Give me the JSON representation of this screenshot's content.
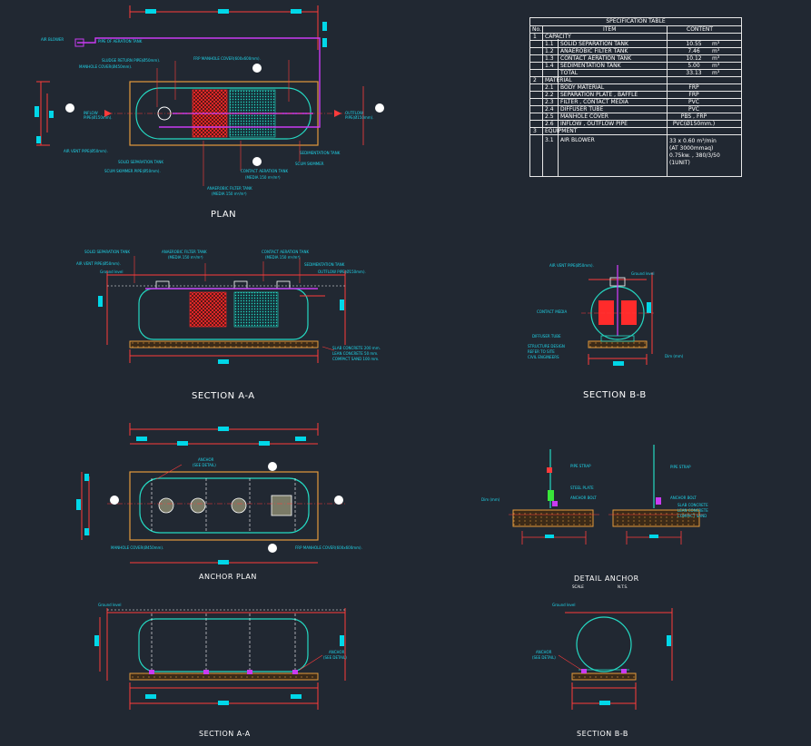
{
  "views": {
    "plan": "PLAN",
    "section_aa": "SECTION A-A",
    "section_bb": "SECTION B-B",
    "anchor_plan": "ANCHOR PLAN",
    "detail_anchor": "DETAIL ANCHOR",
    "detail_scale_left": "SCALE",
    "detail_scale_right": "N.T.S.",
    "section_aa2": "SECTION A-A",
    "section_bb2": "SECTION B-B"
  },
  "plan_labels": {
    "air_blower": "AIR BLOWER",
    "pipe_aeration": "PIPE OF AERATION TANK",
    "sludge_return": "SLUDGE RETURN PIPE(Ø50mm).",
    "manhole_cover_small": "MANHOLE COVER(Ø450mm).",
    "manhole_cover_frp": "FRP MANHOLE COVER(600x600mm).",
    "inflow_pipe": "INFLOW PIPE(Ø150mm).",
    "outflow_pipe": "OUTFLOW PIPE(Ø150mm).",
    "air_vent": "AIR VENT PIPE(Ø50mm).",
    "solid_separation": "SOLID SEPARATION TANK",
    "scum_skimmer_pipe": "SCUM SKIMMER PIPE(Ø50mm).",
    "contact_aeration": "CONTACT AERATION TANK",
    "media_contact": "(MEDIA 150 m²/m³)",
    "sedimentation": "SEDIMENTATION TANK",
    "scum_skimmer": "SCUM SKIMMER",
    "anaerobic_filter": "ANAEROBIC FILTER TANK",
    "media_anaerobic": "(MEDIA 150 m²/m³)"
  },
  "section_labels": {
    "solid_separation": "SOLID SEPARATION TANK",
    "anaerobic_filter": "ANAEROBIC FILTER TANK",
    "media_anaerobic": "(MEDIA 150 m²/m³)",
    "contact_aeration": "CONTACT AERATION TANK",
    "media_contact": "(MEDIA 150 m²/m³)",
    "sedimentation": "SEDIMENTATION TANK",
    "air_vent": "AIR VENT PIPE(Ø50mm).",
    "ground_level": "Ground level",
    "outflow": "OUTFLOW PIPE(Ø150mm).",
    "slab_concrete": "SLAB CONCRETE 200 mm.",
    "lean_concrete": "LEAN CONCRETE 50 mm.",
    "compact_sand": "COMPACT SAND 100 mm.",
    "contact_media": "CONTACT MEDIA",
    "diffuser_tube": "DIFFUSER TUBE",
    "structure_design": "STRUCTURE DESIGN",
    "refer_to": "REFER TO SITE",
    "civil_engineers": "CIVIL ENGINEERS",
    "anchor": "ANCHOR",
    "see_detail": "(SEE DETAIL)",
    "anchor_bolt": "ANCHOR BOLT",
    "slab_concrete_short": "SLAB CONCRETE",
    "lean_concrete_short": "LEAN CONCRETE",
    "compact_sand_short": "COMPACT SAND",
    "pipe_strap": "PIPE STRAP",
    "steel_plate": "STEEL PLATE",
    "dimension": "Dim (mm)"
  },
  "spec_table": {
    "title": "SPECIFICATION TABLE",
    "header": {
      "no": "No.",
      "item": "ITEM",
      "content": "CONTENT"
    },
    "rows": [
      {
        "no": "1",
        "item": "CAPACITY",
        "content": "",
        "unit": "",
        "section": true
      },
      {
        "no": "1.1",
        "item": "SOLID SEPARATION TANK",
        "content": "10.55",
        "unit": "m³"
      },
      {
        "no": "1.2",
        "item": "ANAEROBIC FILTER TANK",
        "content": "7.46",
        "unit": "m³"
      },
      {
        "no": "1.3",
        "item": "CONTACT AERATION TANK",
        "content": "10.12",
        "unit": "m³"
      },
      {
        "no": "1.4",
        "item": "SEDIMENTATION TANK",
        "content": "5.00",
        "unit": "m³"
      },
      {
        "no": "",
        "item": "TOTAL",
        "content": "33.13",
        "unit": "m³"
      },
      {
        "no": "2",
        "item": "MATERIAL",
        "content": "",
        "unit": "",
        "section": true
      },
      {
        "no": "2.1",
        "item": "BODY MATERIAL",
        "content": "FRP",
        "unit": ""
      },
      {
        "no": "2.2",
        "item": "SEPARATION PLATE , BAFFLE",
        "content": "FRP",
        "unit": ""
      },
      {
        "no": "2.3",
        "item": "FILTER , CONTACT MEDIA",
        "content": "PVC",
        "unit": ""
      },
      {
        "no": "2.4",
        "item": "DIFFUSER TUBE",
        "content": "PVC",
        "unit": ""
      },
      {
        "no": "2.5",
        "item": "MANHOLE COVER",
        "content": "PBS , FRP",
        "unit": ""
      },
      {
        "no": "2.6",
        "item": "INFLOW , OUTFLOW PIPE",
        "content": "PVC(Ø150mm.)",
        "unit": ""
      },
      {
        "no": "3",
        "item": "EQUIPMENT",
        "content": "",
        "unit": "",
        "section": true
      }
    ],
    "blower": {
      "no": "3.1",
      "item": "AIR BLOWER",
      "lines": [
        "33 x 0.60 m³/min",
        "(AT 3000mmaq)",
        "0.75kw. , 380/3/50",
        "(1UNIT)"
      ]
    }
  },
  "colors": {
    "background": "#212832",
    "tank": "#25d9c3",
    "dimension": "#ff3b3b",
    "ticks": "#00d7e8",
    "foundation": "#e39a3c",
    "section_marker": "#ffffff",
    "air_pipe": "#c93bf2",
    "media": "#ff2b2b",
    "label": "#1fd3e8"
  }
}
